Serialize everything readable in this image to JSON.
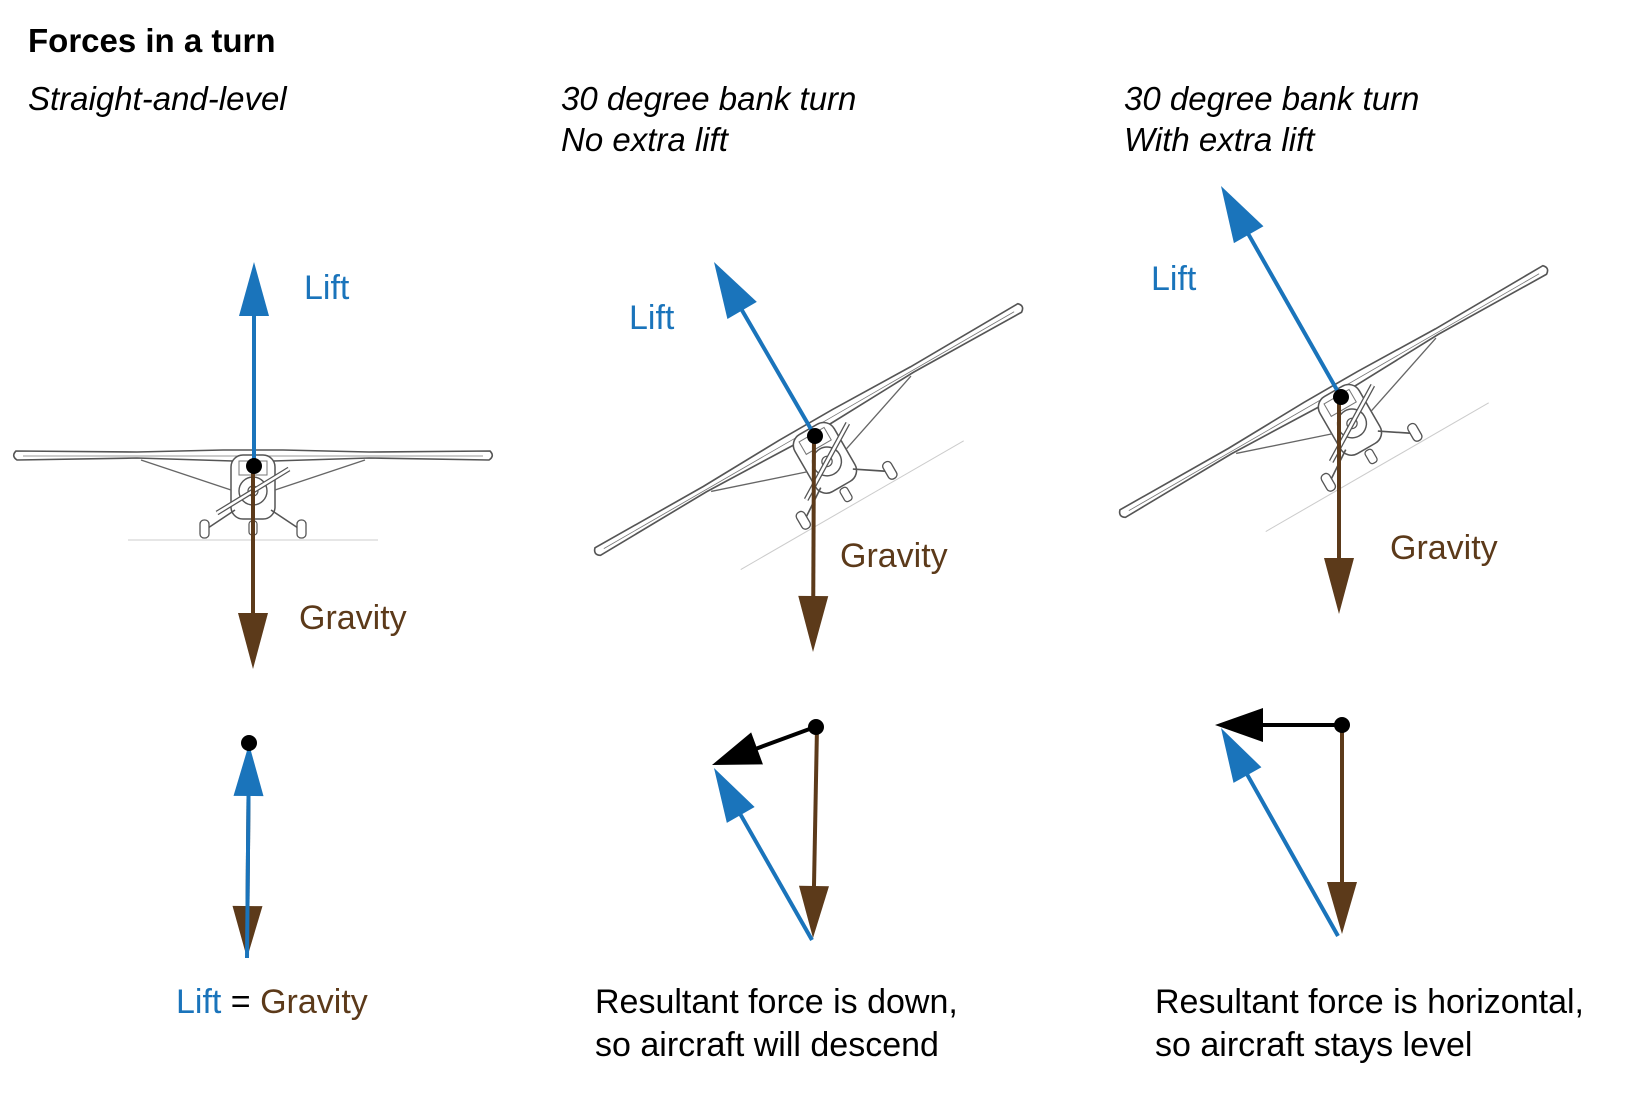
{
  "title": "Forces in a turn",
  "panels": [
    {
      "heading": [
        "Straight-and-level"
      ],
      "lift_label": "Lift",
      "gravity_label": "Gravity",
      "caption_parts": {
        "lift": "Lift",
        "equals": " = ",
        "gravity": "Gravity"
      }
    },
    {
      "heading": [
        "30 degree bank turn",
        "No extra lift"
      ],
      "lift_label": "Lift",
      "gravity_label": "Gravity",
      "caption": [
        "Resultant force is down,",
        "so aircraft will descend"
      ]
    },
    {
      "heading": [
        "30 degree bank turn",
        "With extra lift"
      ],
      "lift_label": "Lift",
      "gravity_label": "Gravity",
      "caption": [
        "Resultant force is horizontal,",
        "so aircraft stays level"
      ]
    }
  ],
  "colors": {
    "lift": "#1a74bb",
    "gravity": "#5c3a1a",
    "resultant": "#000000",
    "aircraft": "#555555"
  },
  "bank_angles_deg": [
    0,
    30,
    30
  ]
}
